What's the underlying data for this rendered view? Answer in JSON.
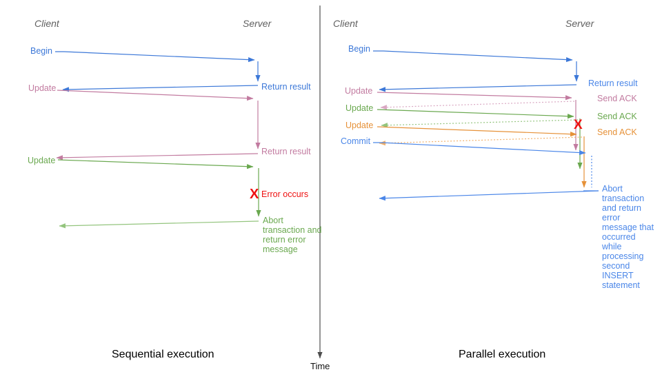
{
  "colors": {
    "blue": "#3c78d8",
    "blue_light": "#4a86e8",
    "pink": "#c27ba0",
    "pink_light": "#d9a7c2",
    "green": "#6aa84f",
    "green_light": "#93c47d",
    "orange": "#e69138",
    "orange_light": "#f2b06a",
    "red": "#ee1111",
    "header_gray": "#5f5f5f",
    "axis_gray": "#4d4d4d"
  },
  "left": {
    "client": "Client",
    "server": "Server",
    "begin": "Begin",
    "return_result_1": "Return result",
    "update_1": "Update",
    "return_result_2": "Return result",
    "update_2": "Update",
    "error_mark": "X",
    "error_label": "Error occurs",
    "abort_message": "Abort transaction and return error message",
    "caption": "Sequential execution"
  },
  "right": {
    "client": "Client",
    "server": "Server",
    "begin": "Begin",
    "return_result": "Return result",
    "update_1": "Update",
    "ack_1": "Send ACK",
    "update_2": "Update",
    "ack_2": "Send ACK",
    "update_3": "Update",
    "ack_3": "Send ACK",
    "commit": "Commit",
    "error_mark": "X",
    "abort_message": "Abort transaction and return error message that occurred while processing second INSERT statement",
    "caption": "Parallel execution"
  },
  "time_axis": {
    "label": "Time"
  }
}
